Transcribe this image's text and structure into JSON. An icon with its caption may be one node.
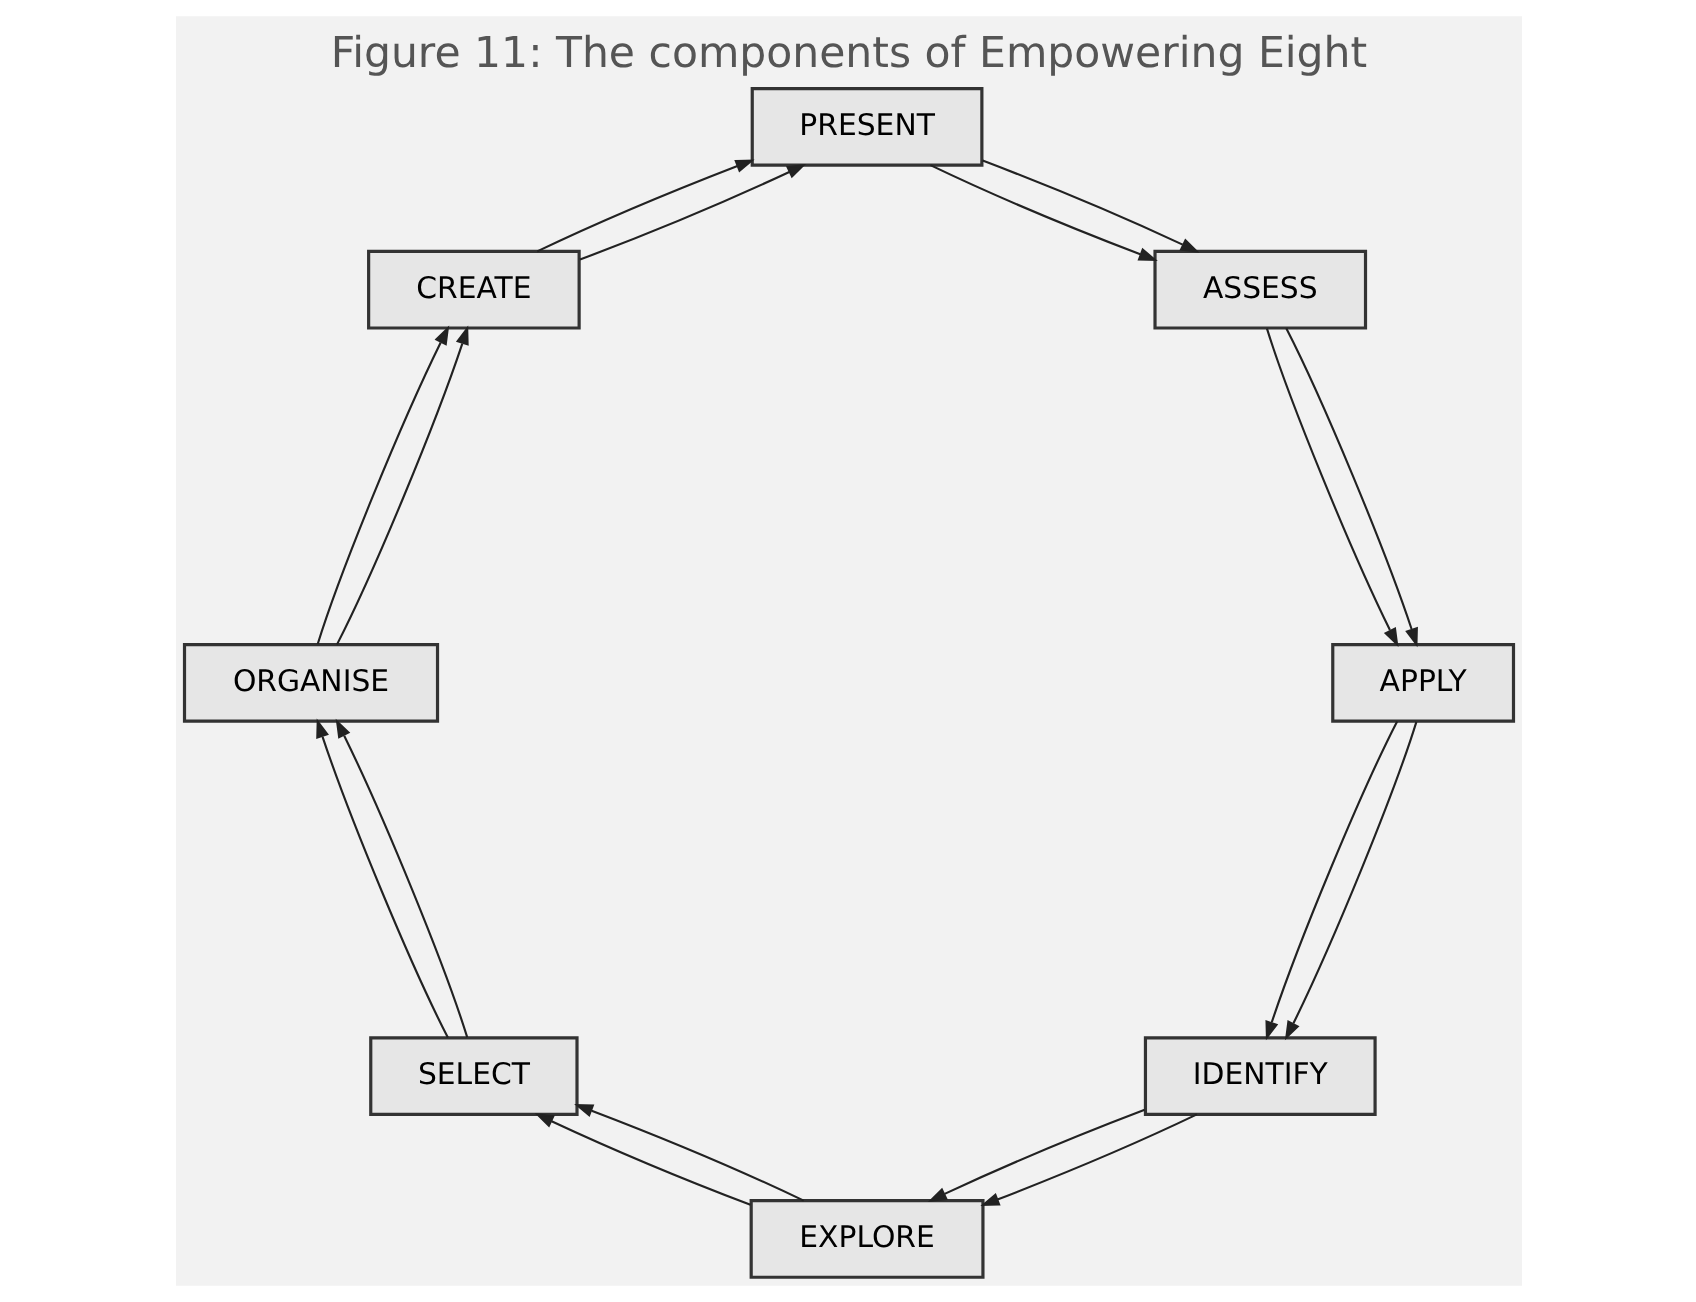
{
  "diagram": {
    "title": "Figure 11: The components of Empowering Eight",
    "nodes": [
      {
        "text": [
          "IDENTIFY"
        ]
      },
      {
        "text": [
          "APPLY"
        ]
      },
      {
        "text": [
          "EXPLORE"
        ]
      },
      {
        "text": [
          "ASSESS"
        ]
      },
      {
        "text": [
          "SELECT"
        ]
      },
      {
        "text": [
          "PRESENT"
        ]
      },
      {
        "text": [
          "ORGANISE"
        ]
      },
      {
        "text": [
          "CREATE"
        ]
      }
    ],
    "edges": [
      {
        "from": 0,
        "to": 2,
        "arrow": "to"
      },
      {
        "from": 0,
        "to": 2,
        "arrow": "to"
      },
      {
        "from": 2,
        "to": 4,
        "arrow": "to"
      },
      {
        "from": 2,
        "to": 4,
        "arrow": "to"
      },
      {
        "from": 4,
        "to": 6,
        "arrow": "to"
      },
      {
        "from": 4,
        "to": 6,
        "arrow": "to"
      },
      {
        "from": 6,
        "to": 7,
        "arrow": "to"
      },
      {
        "from": 6,
        "to": 7,
        "arrow": "to"
      },
      {
        "from": 7,
        "to": 5,
        "arrow": "to"
      },
      {
        "from": 7,
        "to": 5,
        "arrow": "to"
      },
      {
        "from": 5,
        "to": 3,
        "arrow": "to"
      },
      {
        "from": 5,
        "to": 3,
        "arrow": "to"
      },
      {
        "from": 3,
        "to": 1,
        "arrow": "to"
      },
      {
        "from": 3,
        "to": 1,
        "arrow": "to"
      },
      {
        "from": 1,
        "to": 0,
        "arrow": "to"
      },
      {
        "from": 1,
        "to": 0,
        "arrow": "to"
      }
    ]
  }
}
